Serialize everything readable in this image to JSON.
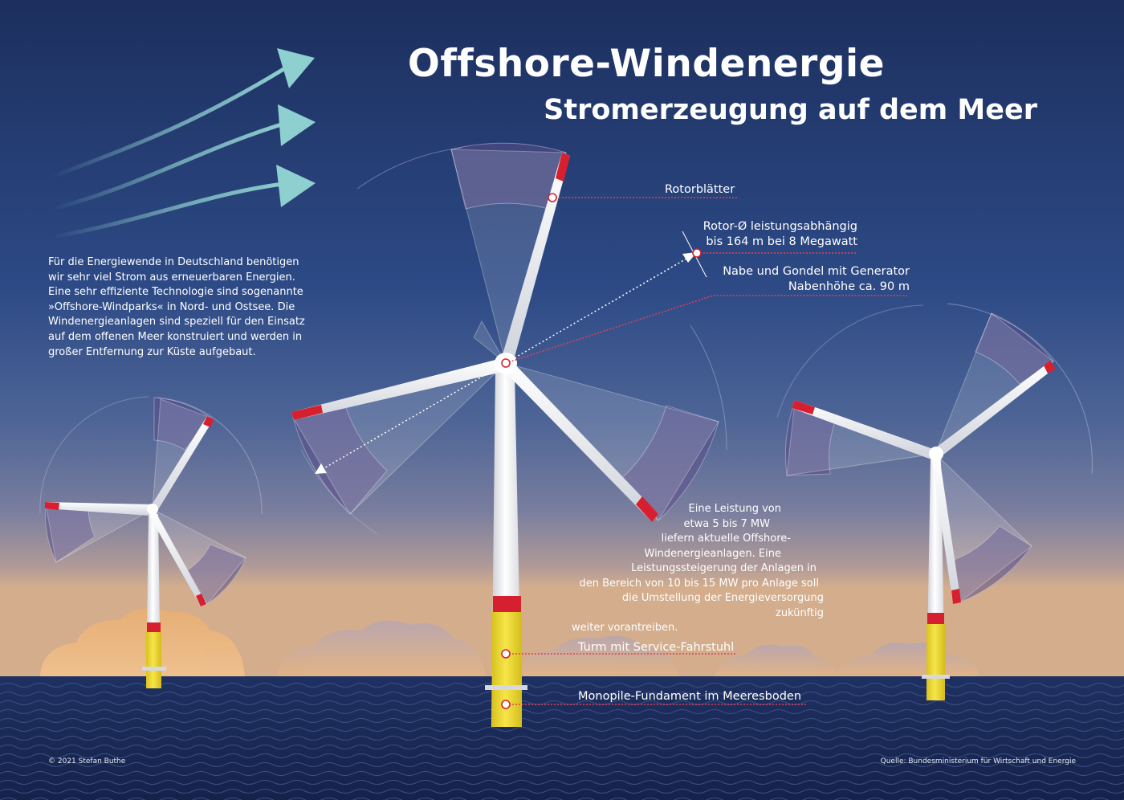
{
  "title": "Offshore-Windenergie",
  "subtitle": "Stromerzeugung auf dem Meer",
  "intro_text": "Für die Energiewende in Deutschland benötigen wir sehr viel Strom aus erneuerbaren Energien. Eine sehr effiziente Technologie sind sogenannte »Offshore-Windparks« in Nord- und Ostsee. Die Windenergieanlagen sind speziell für den Einsatz auf dem offenen Meer konstruiert und werden in großer Entfernung zur Küste aufgebaut.",
  "labels": {
    "rotor_blades": "Rotorblätter",
    "rotor_diameter_line1": "Rotor-Ø leistungsabhängig",
    "rotor_diameter_line2": "bis 164 m bei 8 Megawatt",
    "hub_line1": "Nabe und Gondel mit Generator",
    "hub_line2": "Nabenhöhe ca. 90 m",
    "tower": "Turm mit Service-Fahrstuhl",
    "foundation": "Monopile-Fundament im Meeresboden"
  },
  "performance_text": [
    "Eine Leistung von",
    "etwa 5 bis 7 MW",
    "liefern aktuelle Offshore-",
    "Windenergieanlagen. Eine",
    "Leistungssteigerung der Anlagen in",
    "den Bereich von 10 bis 15 MW pro Anlage soll",
    "die Umstellung der Energieversorgung zukünftig",
    "weiter vorantreiben."
  ],
  "copyright": "© 2021 Stefan Buthe",
  "source": "Quelle: Bundesministerium für Wirtschaft und Energie",
  "colors": {
    "sky_top": "#1c2f5e",
    "sky_bottom": "#c9a991",
    "sea": "#1a2a58",
    "blade_tip": "#d9202f",
    "foundation": "#f4e13c",
    "wind_arrow": "#8ecfd0",
    "leader_line": "#e0415a"
  }
}
